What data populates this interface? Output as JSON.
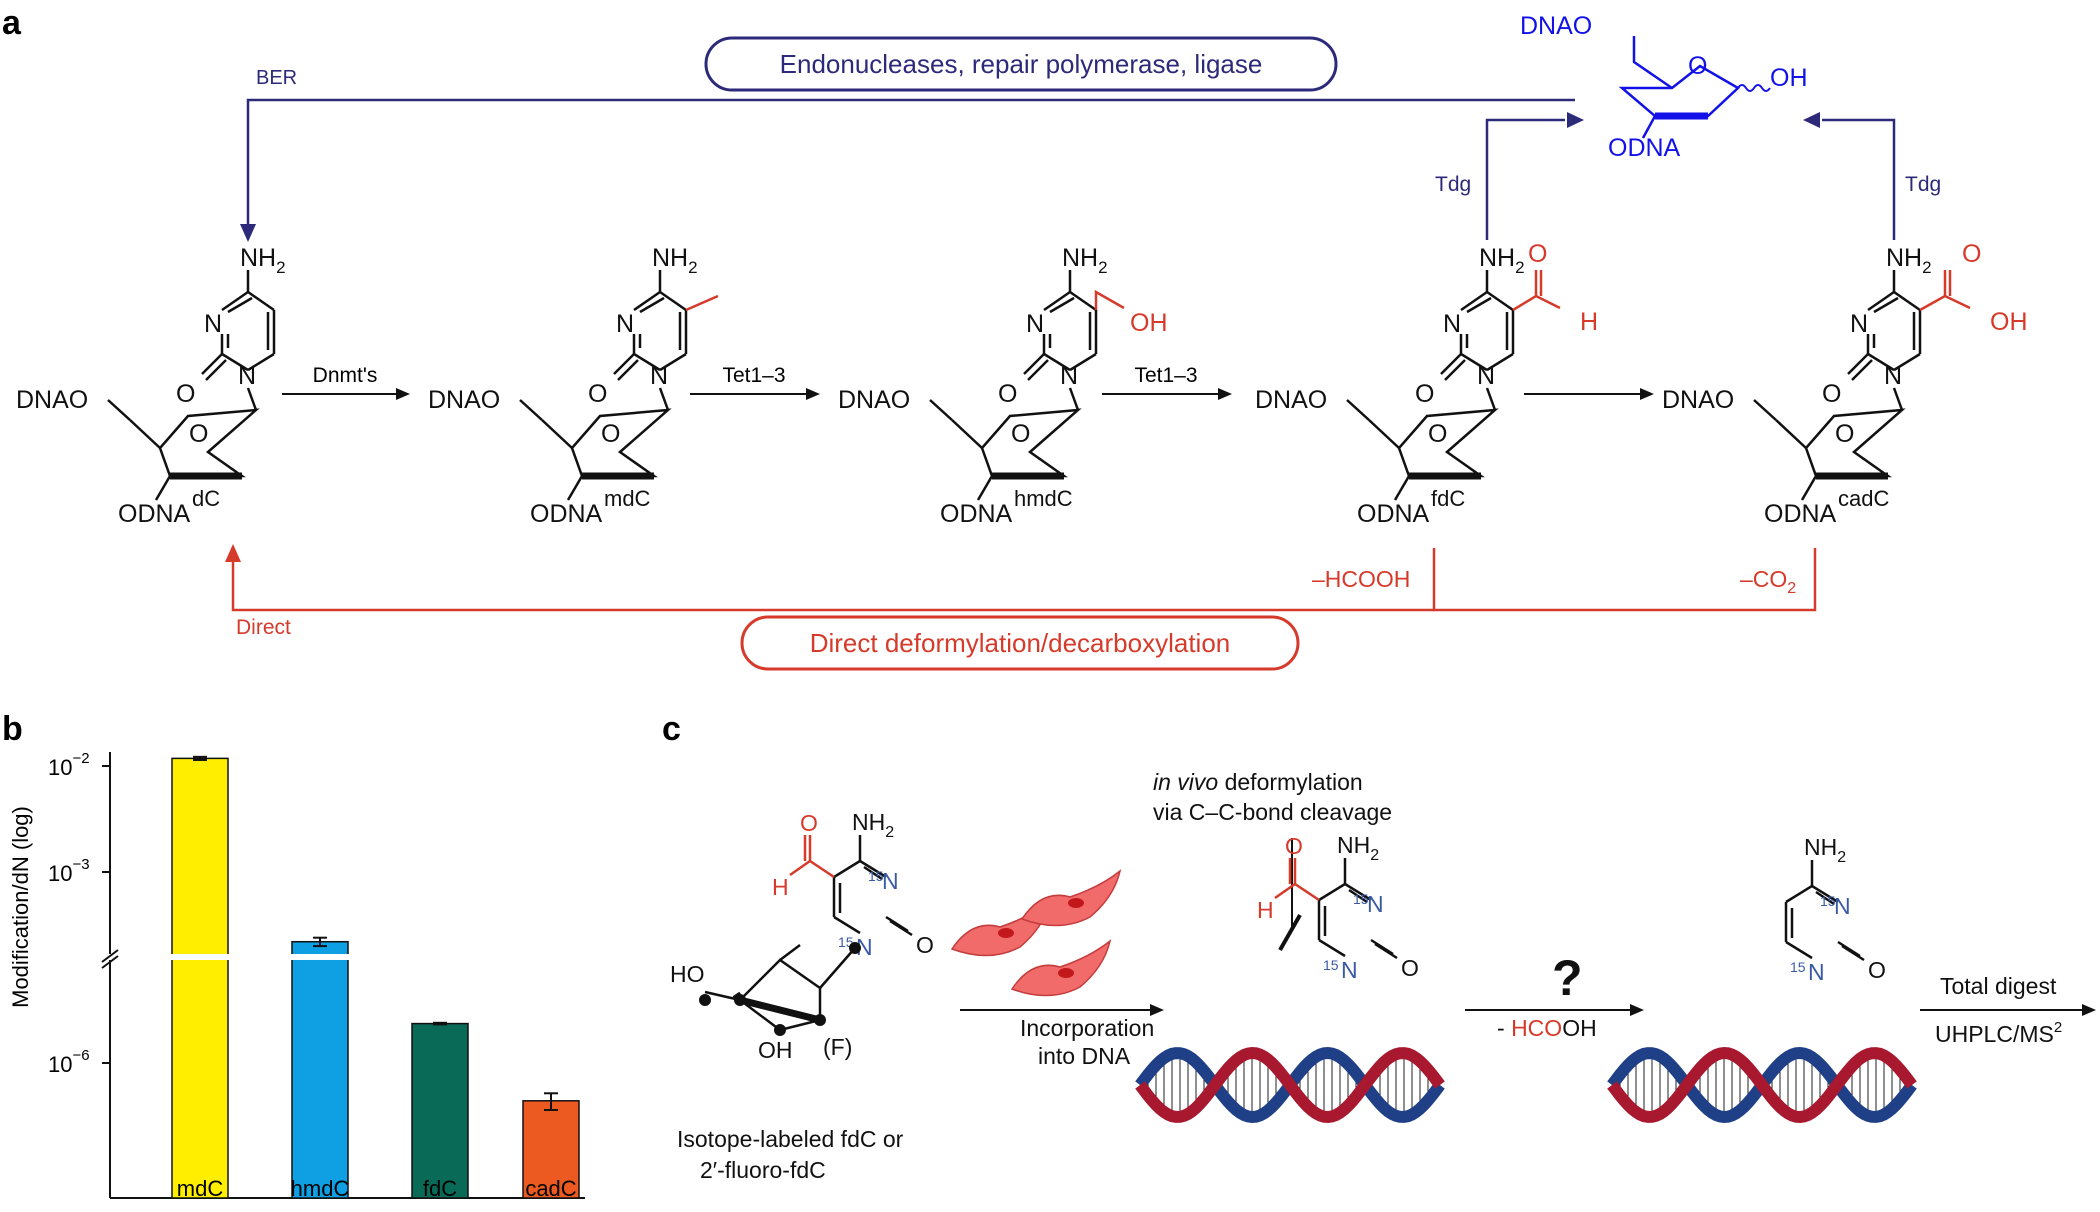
{
  "panels": {
    "a": "a",
    "b": "b",
    "c": "c"
  },
  "colors": {
    "black": "#111111",
    "navy": "#2d2a7a",
    "red": "#d63a2a",
    "blue": "#1212e8",
    "yellow": "#ffee00",
    "cyan": "#0ea0e2",
    "green": "#0a6a58",
    "orange": "#ec5a22"
  },
  "panel_a": {
    "ber_box": "Endonucleases, repair polymerase, ligase",
    "ber_label": "BER",
    "direct_box": "Direct deformylation/decarboxylation",
    "direct_label": "Direct",
    "abasic": {
      "dnao": "DNAO",
      "o": "O",
      "oh": "OH",
      "odna": "ODNA"
    },
    "tdg": "Tdg",
    "minus_hcooh": "–HCOOH",
    "minus_co2": "–CO",
    "co2_sub": "2",
    "nucleosides": [
      {
        "name": "dC",
        "arrow_label": "Dnmt's"
      },
      {
        "name": "mdC",
        "arrow_label": "Tet1–3"
      },
      {
        "name": "hmdC",
        "arrow_label": "Tet1–3"
      },
      {
        "name": "fdC",
        "arrow_label": ""
      },
      {
        "name": "cadC",
        "arrow_label": ""
      }
    ],
    "atoms": {
      "nh2": "NH",
      "nh2_sub": "2",
      "n": "N",
      "o": "O",
      "dnao": "DNAO",
      "odna": "ODNA",
      "oh": "OH",
      "h": "H"
    }
  },
  "panel_b": {
    "ylabel": "Modification/dN (log)",
    "ticks": [
      {
        "base": "10",
        "exp": "−2"
      },
      {
        "base": "10",
        "exp": "−3"
      },
      {
        "base": "10",
        "exp": "−6"
      }
    ]
  },
  "chart_data": {
    "type": "bar",
    "categories": [
      "mdC",
      "hmdC",
      "fdC",
      "cadC"
    ],
    "values": [
      0.0118,
      0.00022,
      2.6e-06,
      4e-07
    ],
    "errors": [
      0.0004,
      2e-05,
      5e-08,
      8e-08
    ],
    "ylabel": "Modification/dN (log)",
    "yscale": "log (broken axis)",
    "ytick_labels": [
      "10^-2",
      "10^-3",
      "10^-6"
    ],
    "colors": [
      "#ffee00",
      "#0ea0e2",
      "#0a6a58",
      "#ec5a22"
    ],
    "grid": false
  },
  "panel_c": {
    "start_caption_1": "Isotope-labeled fdC or",
    "start_caption_2": "2′-fluoro-fdC",
    "arrow1_label_1": "Incorporation",
    "arrow1_label_2": "into DNA",
    "invivo_italic": "in vivo",
    "invivo_rest": " deformylation",
    "cleavage": "via C–C-bond cleavage",
    "question": "?",
    "minus": "- ",
    "hco": "HCO",
    "oh": "OH",
    "total_digest": "Total digest",
    "uhplc": "UHPLC/MS",
    "uhplc_sup": "2",
    "iso": "15",
    "ho": "HO",
    "f": "(F)"
  }
}
